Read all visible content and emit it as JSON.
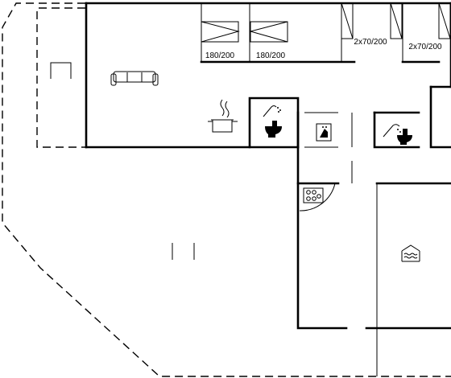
{
  "floorplan": {
    "bed_labels": {
      "double_bed_1": "180/200",
      "double_bed_2": "180/200",
      "twin_beds_1": "2x70/200",
      "twin_beds_2": "2x70/200"
    },
    "icons": [
      "sofa-icon",
      "cooking-pot-icon",
      "shower-toilet-icon",
      "washing-machine-icon",
      "sauna-icon",
      "pool-icon",
      "fireplace-icon",
      "door-icon"
    ]
  }
}
